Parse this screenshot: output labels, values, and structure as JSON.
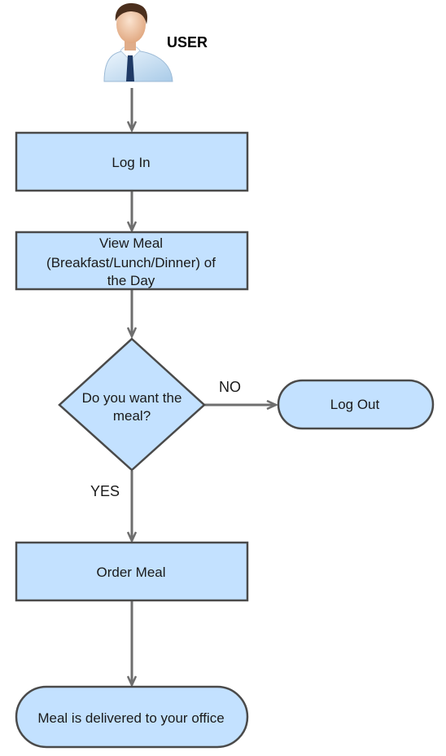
{
  "actor": {
    "label": "USER",
    "icon": "user-avatar-icon"
  },
  "nodes": {
    "login": {
      "shape": "rectangle",
      "lines": [
        "Log In"
      ]
    },
    "view_meal": {
      "shape": "rectangle",
      "lines": [
        "View Meal",
        "(Breakfast/Lunch/Dinner) of",
        "the Day"
      ]
    },
    "decision": {
      "shape": "diamond",
      "lines": [
        "Do you want the",
        "meal?"
      ]
    },
    "logout": {
      "shape": "terminator",
      "lines": [
        "Log Out"
      ]
    },
    "order": {
      "shape": "rectangle",
      "lines": [
        "Order Meal"
      ]
    },
    "delivered": {
      "shape": "terminator",
      "lines": [
        "Meal is delivered to your office"
      ]
    }
  },
  "edges": {
    "no": {
      "from": "decision",
      "to": "logout",
      "label": "NO"
    },
    "yes": {
      "from": "decision",
      "to": "order",
      "label": "YES"
    }
  },
  "colors": {
    "box_fill": "#c3e1ff",
    "box_stroke": "#4a4a4a",
    "arrow": "#6e6e6e",
    "shirt": "#c9e1f5",
    "tie": "#1f3a66",
    "skin": "#f1c9a5",
    "hair": "#4b2f1d"
  }
}
